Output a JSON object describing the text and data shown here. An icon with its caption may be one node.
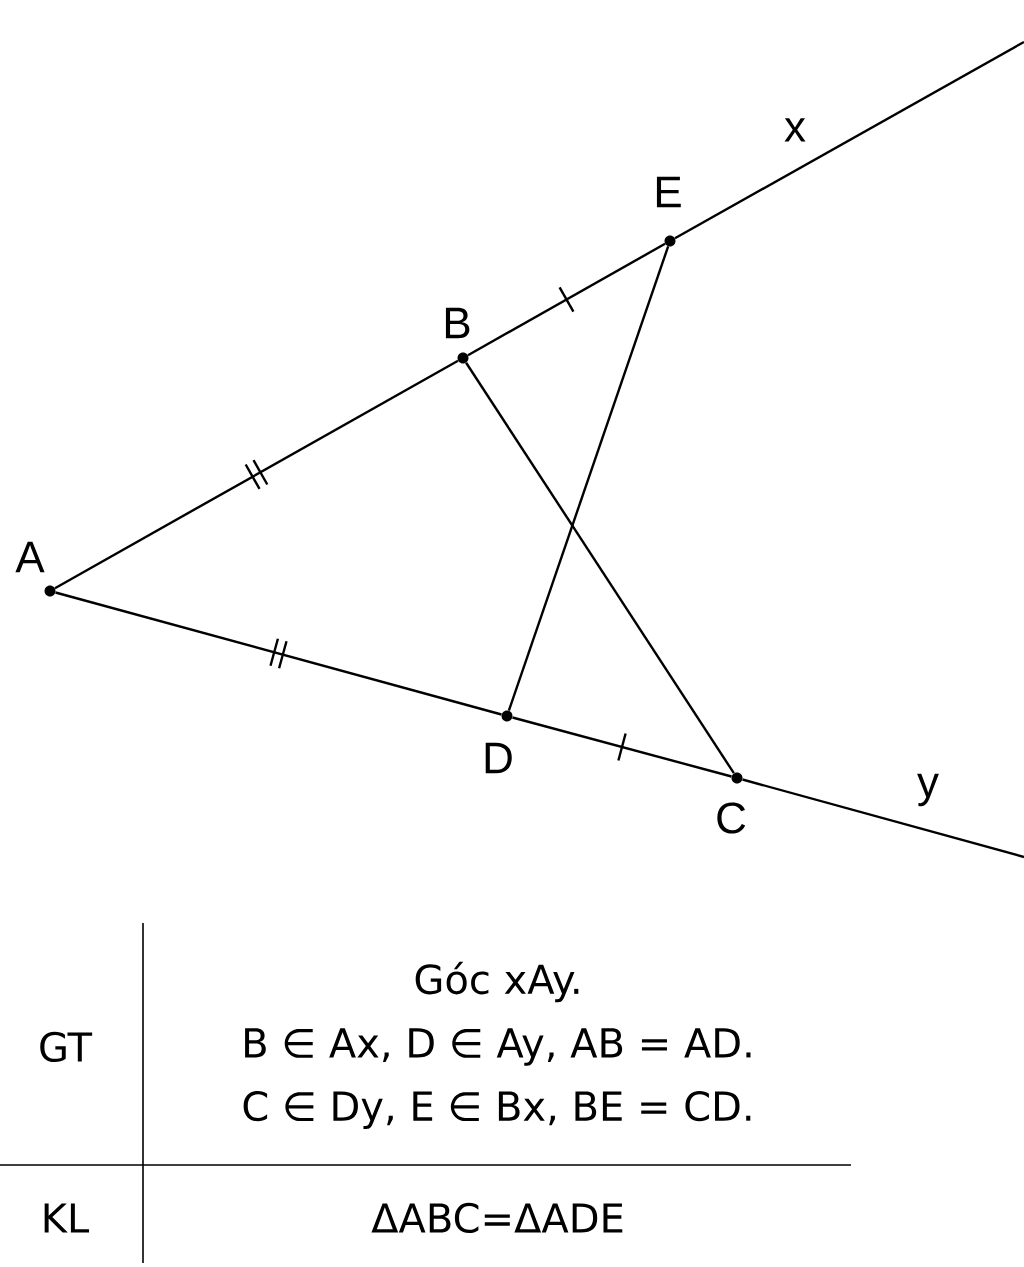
{
  "diagram": {
    "nodes": [
      {
        "text": [
          "E"
        ]
      },
      {
        "text": [
          "B"
        ]
      },
      {
        "text": [
          "A"
        ]
      },
      {
        "text": [
          "D"
        ]
      },
      {
        "text": [
          "C"
        ]
      }
    ],
    "edges": [
      {
        "from": 2,
        "to": 1,
        "arrow": "none"
      },
      {
        "from": 1,
        "to": 0,
        "arrow": "none"
      },
      {
        "from": 0,
        "to": null,
        "arrow": "none"
      },
      {
        "from": 2,
        "to": 3,
        "arrow": "none"
      },
      {
        "from": 3,
        "to": 4,
        "arrow": "none"
      },
      {
        "from": 4,
        "to": null,
        "arrow": "none"
      },
      {
        "from": 1,
        "to": 4,
        "arrow": "none"
      },
      {
        "from": 0,
        "to": 3,
        "arrow": "none"
      }
    ],
    "labels": [
      "x",
      "y",
      "GT",
      "Góc xAy.",
      "B ∈ Ax, D ∈ Ay, AB = AD.",
      "C ∈ Dy, E ∈ Bx, BE = CD.",
      "KL",
      "ΔABC=ΔADE"
    ]
  }
}
